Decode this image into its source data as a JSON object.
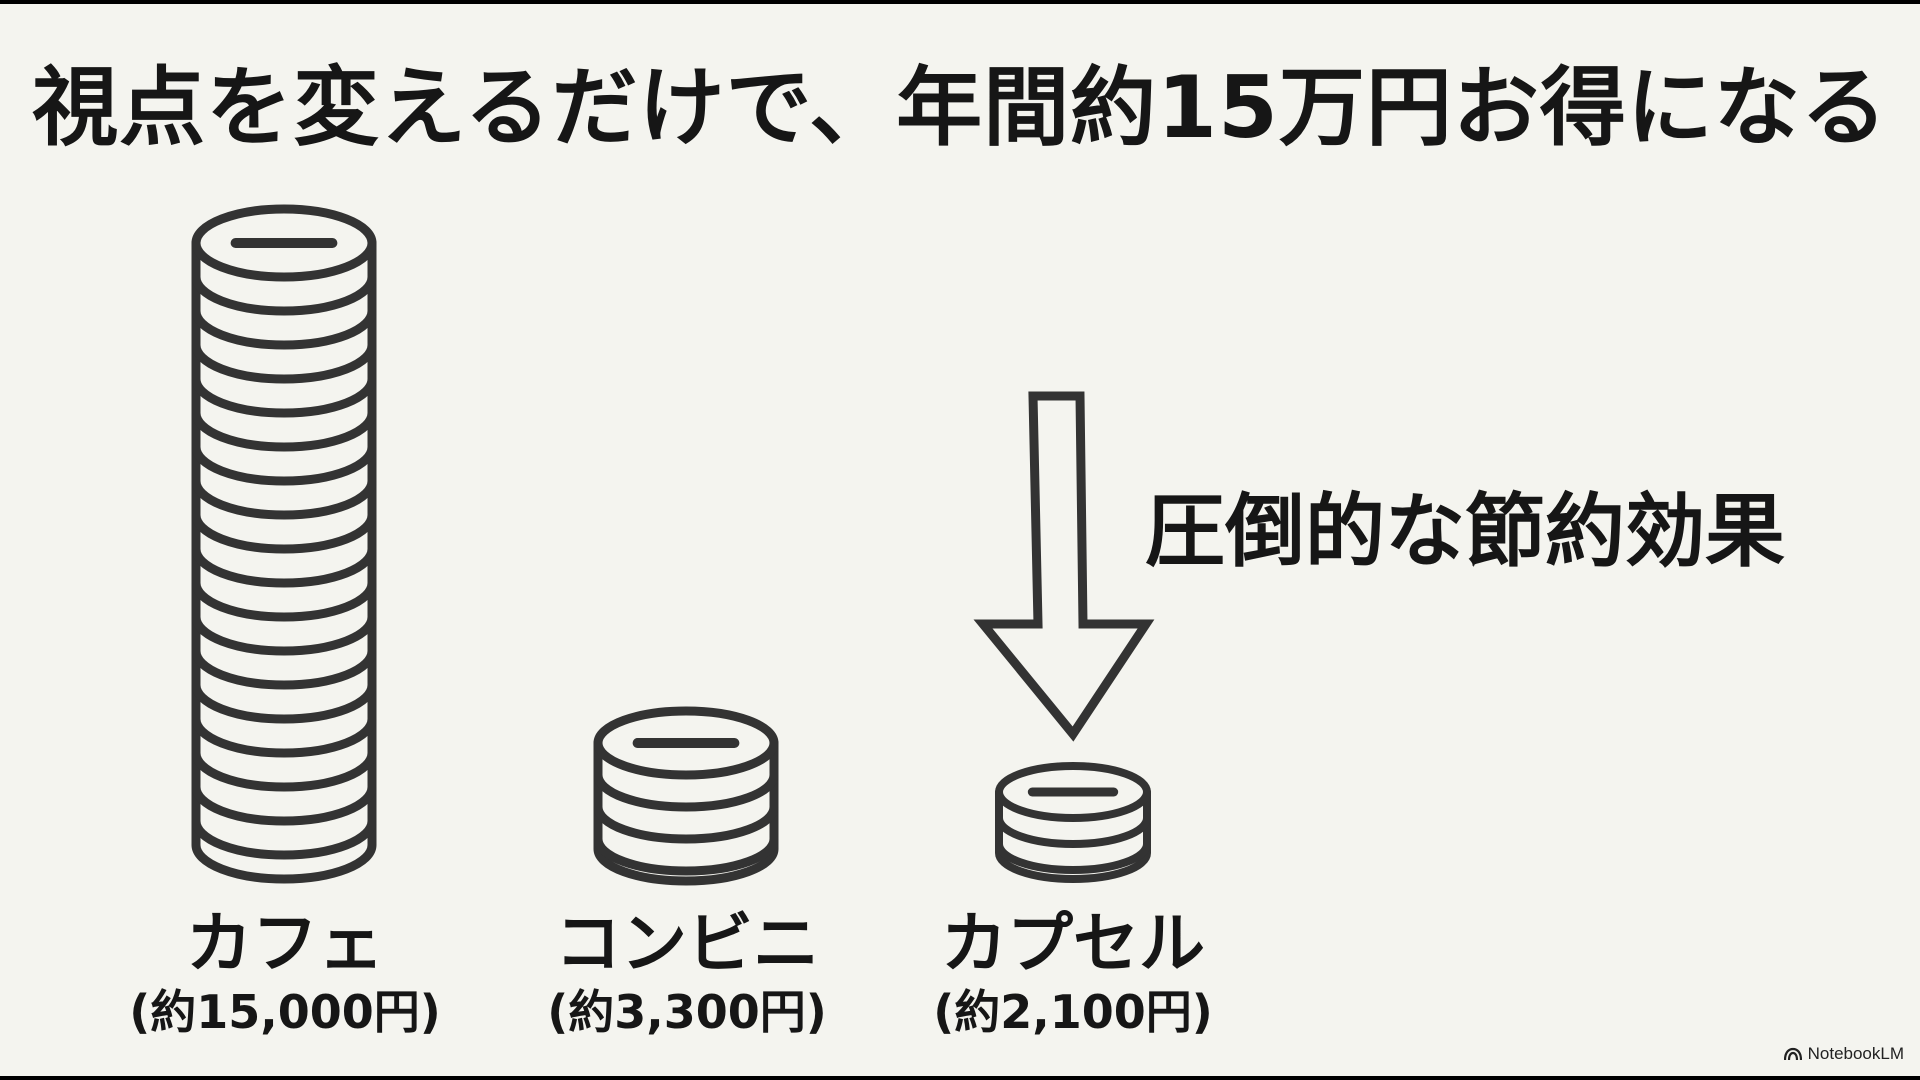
{
  "slide": {
    "title": "視点を変えるだけで、年間約15万円お得になる",
    "callout": "圧倒的な節約効果",
    "items": [
      {
        "name": "カフェ",
        "price": "(約15,000円)"
      },
      {
        "name": "コンビニ",
        "price": "(約3,300円)"
      },
      {
        "name": "カプセル",
        "price": "(約2,100円)"
      }
    ],
    "brand": "NotebookLM",
    "colors": {
      "background": "#f4f4ef",
      "ink": "#161616",
      "coin_stroke": "#333333"
    },
    "icons": [
      "coin-stack-icon",
      "down-arrow-icon",
      "notebooklm-logo-icon"
    ]
  }
}
